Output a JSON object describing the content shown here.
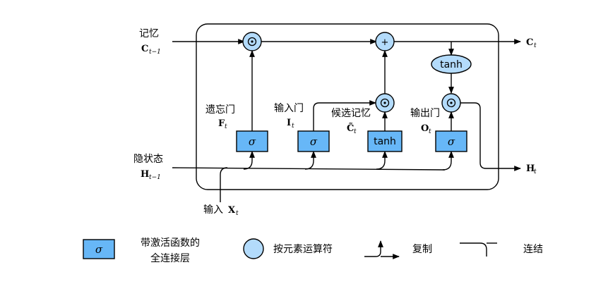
{
  "inputs": {
    "memory_label": "记忆",
    "memory_symbol": "C",
    "memory_sub": "t−1",
    "hidden_label": "隐状态",
    "hidden_symbol": "H",
    "hidden_sub": "t−1",
    "input_label": "输入",
    "input_symbol": "X",
    "input_sub": "t"
  },
  "gates": {
    "forget_label": "遗忘门",
    "forget_symbol": "F",
    "forget_sub": "t",
    "input_gate_label": "输入门",
    "input_gate_symbol": "I",
    "input_gate_sub": "t",
    "candidate_label": "候选记忆",
    "candidate_symbol": "C̃",
    "candidate_sub": "t",
    "output_label": "输出门",
    "output_symbol": "O",
    "output_sub": "t",
    "sigma": "σ",
    "tanh": "tanh"
  },
  "ops": {
    "multiply": "⊙",
    "add": "+"
  },
  "outputs": {
    "memory_symbol": "C",
    "memory_sub": "t",
    "hidden_symbol": "H",
    "hidden_sub": "t"
  },
  "legend": {
    "fc_symbol": "σ",
    "fc_line1": "带激活函数的",
    "fc_line2": "全连接层",
    "op_label": "按元素运算符",
    "copy_label": "复制",
    "concat_label": "连结"
  },
  "colors": {
    "gate_fill": "#67b7f7",
    "op_fill": "#b3dbfb",
    "line": "#000000"
  }
}
